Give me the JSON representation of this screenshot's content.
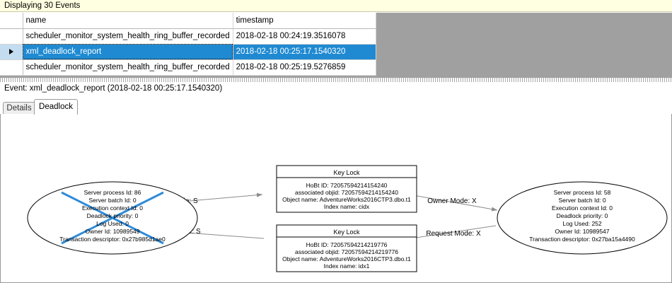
{
  "status": {
    "text": "Displaying 30 Events"
  },
  "grid": {
    "columns": [
      "",
      "name",
      "timestamp"
    ],
    "rows": [
      {
        "handle": "",
        "name": "scheduler_monitor_system_health_ring_buffer_recorded",
        "timestamp": "2018-02-18 00:24:19.3516078",
        "selected": false
      },
      {
        "handle": "▶",
        "name": "xml_deadlock_report",
        "timestamp": "2018-02-18 00:25:17.1540320",
        "selected": true
      },
      {
        "handle": "",
        "name": "scheduler_monitor_system_health_ring_buffer_recorded",
        "timestamp": "2018-02-18 00:25:19.5276859",
        "selected": false
      }
    ]
  },
  "event_caption": "Event: xml_deadlock_report (2018-02-18 00:25:17.1540320)",
  "tabs": [
    {
      "label": "Details",
      "active": false
    },
    {
      "label": "Deadlock",
      "active": true
    }
  ],
  "colors": {
    "selection": "#1f8ad2",
    "status_bar": "#ffffe1",
    "victim_marker": "#2e8bd8",
    "grid_filler": "#a0a0a0"
  },
  "deadlock_graph": {
    "processes": [
      {
        "id": "process-left",
        "victim": true,
        "lines": [
          "Server process Id: 86",
          "Server batch Id: 0",
          "Execution context Id: 0",
          "Deadlock priority: 0",
          "Log Used: 0",
          "Owner Id: 10989549",
          "Transaction descriptor: 0x27b985d1ae0"
        ]
      },
      {
        "id": "process-right",
        "victim": false,
        "lines": [
          "Server process Id: 58",
          "Server batch Id: 0",
          "Execution context Id: 0",
          "Deadlock priority: 0",
          "Log Used: 252",
          "Owner Id: 10989547",
          "Transaction descriptor: 0x27ba15a4490"
        ]
      }
    ],
    "resources": [
      {
        "id": "key-lock-top",
        "title": "Key Lock",
        "lines": [
          "HoBt ID: 72057594214154240",
          "associated objid: 72057594214154240",
          "Object name: AdventureWorks2016CTP3.dbo.t1",
          "Index name: cidx"
        ]
      },
      {
        "id": "key-lock-bottom",
        "title": "Key Lock",
        "lines": [
          "HoBt ID: 72057594214219776",
          "associated objid: 72057594214219776",
          "Object name: AdventureWorks2016CTP3.dbo.t1",
          "Index name: idx1"
        ]
      }
    ],
    "edges": [
      {
        "id": "edge-request-s",
        "label": "Request Mode: S",
        "from": "process-left",
        "to": "key-lock-top"
      },
      {
        "id": "edge-owner-s",
        "label": "Owner Mode: S",
        "from": "key-lock-bottom",
        "to": "process-left"
      },
      {
        "id": "edge-owner-x",
        "label": "Owner Mode: X",
        "from": "key-lock-top",
        "to": "process-right"
      },
      {
        "id": "edge-request-x",
        "label": "Request Mode: X",
        "from": "process-right",
        "to": "key-lock-bottom"
      }
    ]
  }
}
